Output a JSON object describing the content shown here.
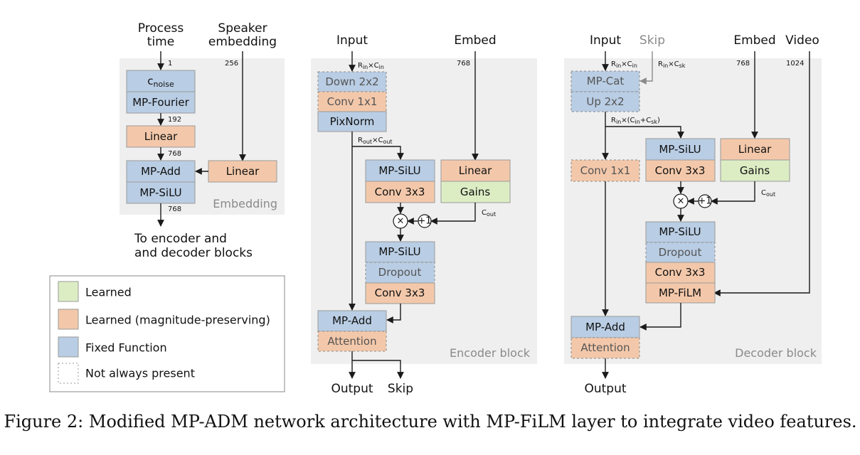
{
  "embedding": {
    "title": "Embedding",
    "process_time_label": [
      "Process",
      "time"
    ],
    "speaker_label": [
      "Speaker",
      "embedding"
    ],
    "dim_1": "1",
    "dim_256": "256",
    "dim_192": "192",
    "dim_768a": "768",
    "dim_768b": "768",
    "cnoise_main": "c",
    "cnoise_sub": "noise",
    "mp_fourier": "MP-Fourier",
    "linear1": "Linear",
    "mp_add": "MP-Add",
    "mp_silu": "MP-SiLU",
    "linear2": "Linear",
    "output_label": [
      "To encoder and",
      "and decoder blocks"
    ]
  },
  "encoder": {
    "title": "Encoder block",
    "input_label": "Input",
    "embed_label": "Embed",
    "dim_in": "Rᵢₙ×Cᵢₙ",
    "dim_in_parts": {
      "r": "R",
      "r_sub": "in",
      "c": "×C",
      "c_sub": "in"
    },
    "dim_out_parts": {
      "r": "R",
      "r_sub": "out",
      "c": "×C",
      "c_sub": "out"
    },
    "dim_768": "768",
    "cout_parts": {
      "c": "C",
      "c_sub": "out"
    },
    "down": "Down 2x2",
    "conv1x1": "Conv 1x1",
    "pixnorm": "PixNorm",
    "silu1": "MP-SiLU",
    "conv3x3a": "Conv 3x3",
    "linear": "Linear",
    "gains": "Gains",
    "silu2": "MP-SiLU",
    "dropout": "Dropout",
    "conv3x3b": "Conv 3x3",
    "mp_add": "MP-Add",
    "attention": "Attention",
    "output_label": "Output",
    "skip_label": "Skip",
    "times": "×",
    "plus_one": "+1"
  },
  "decoder": {
    "title": "Decoder block",
    "input_label": "Input",
    "skip_label": "Skip",
    "embed_label": "Embed",
    "video_label": "Video",
    "dim_in_parts": {
      "r": "R",
      "r_sub": "in",
      "c": "×C",
      "c_sub": "in"
    },
    "dim_sk_parts": {
      "r": "R",
      "r_sub": "in",
      "c": "×C",
      "c_sub": "sk"
    },
    "dim_cat_parts": {
      "r": "R",
      "r_sub": "in",
      "a": "×(C",
      "a_sub": "in",
      "b": "+C",
      "b_sub": "sk",
      "end": ")"
    },
    "dim_768": "768",
    "dim_1024": "1024",
    "cout_parts": {
      "c": "C",
      "c_sub": "out"
    },
    "mp_cat": "MP-Cat",
    "up": "Up 2x2",
    "conv1x1": "Conv 1x1",
    "silu1": "MP-SiLU",
    "conv3x3a": "Conv 3x3",
    "linear": "Linear",
    "gains": "Gains",
    "silu2": "MP-SiLU",
    "dropout": "Dropout",
    "conv3x3b": "Conv 3x3",
    "mp_film": "MP-FiLM",
    "mp_add": "MP-Add",
    "attention": "Attention",
    "output_label": "Output",
    "times": "×",
    "plus_one": "+1"
  },
  "legend": {
    "items": [
      {
        "label": "Learned",
        "kind": "learned"
      },
      {
        "label": "Learned (magnitude-preserving)",
        "kind": "mp"
      },
      {
        "label": "Fixed Function",
        "kind": "fixed"
      },
      {
        "label": "Not always present",
        "kind": "optional"
      }
    ]
  },
  "caption": "Figure 2: Modified MP-ADM network architecture with MP-FiLM layer to integrate video features.",
  "colors": {
    "learned": "#dcedc4",
    "mp": "#f3c8aa",
    "fixed": "#b9cde4",
    "panel": "#efefef"
  }
}
